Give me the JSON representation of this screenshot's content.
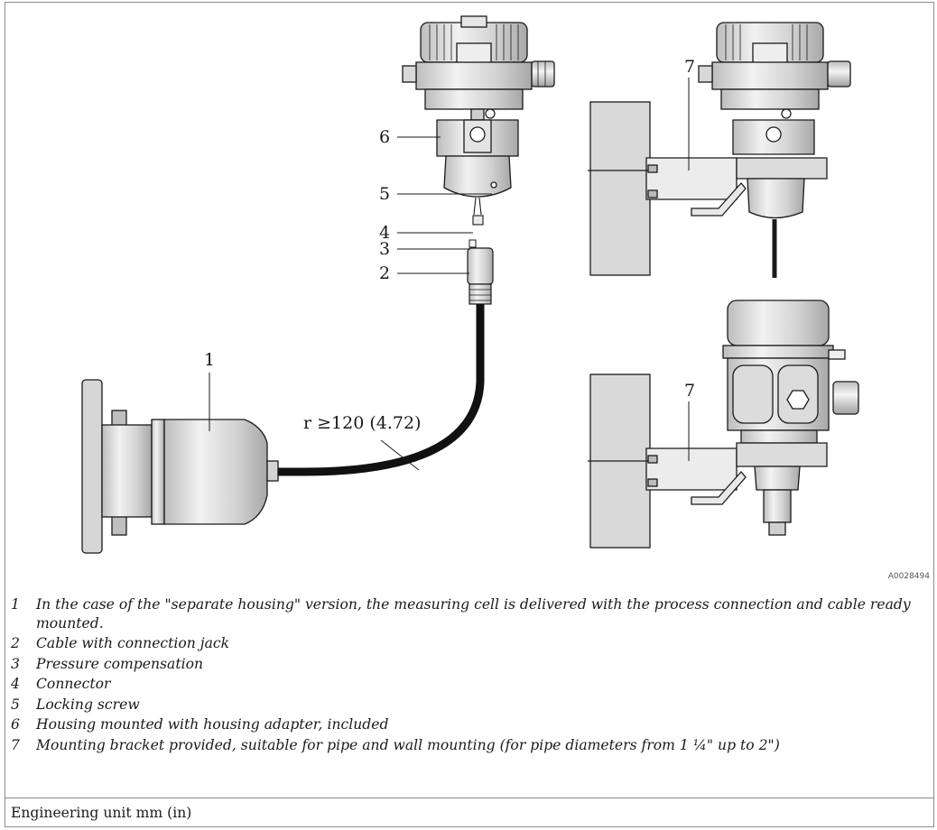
{
  "figure": {
    "callouts": {
      "c1": "1",
      "c2": "2",
      "c3": "3",
      "c4": "4",
      "c5": "5",
      "c6": "6",
      "c7a": "7",
      "c7b": "7"
    },
    "radius_label": "r ≥120 (4.72)",
    "figure_code": "A0028494"
  },
  "legend": [
    {
      "num": "1",
      "text": "In the case of the \"separate housing\" version, the measuring cell is delivered with the process connection and cable ready mounted."
    },
    {
      "num": "2",
      "text": "Cable with connection jack"
    },
    {
      "num": "3",
      "text": "Pressure compensation"
    },
    {
      "num": "4",
      "text": "Connector"
    },
    {
      "num": "5",
      "text": "Locking screw"
    },
    {
      "num": "6",
      "text": "Housing mounted with housing adapter, included"
    },
    {
      "num": "7",
      "text": "Mounting bracket provided, suitable for pipe and wall mounting (for pipe diameters from 1 ¼\" up to 2\")"
    }
  ],
  "footer": {
    "units": "Engineering unit mm (in)"
  },
  "colors": {
    "line": "#1a1a1a",
    "wall": "#d9d9d9",
    "housing": "#cfcfcf",
    "cable": "#111111"
  }
}
